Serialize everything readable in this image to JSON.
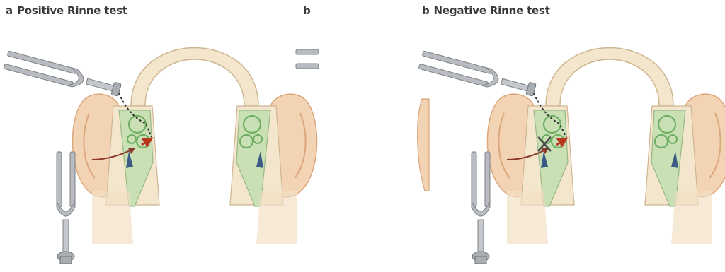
{
  "panels": [
    {
      "letter": "a",
      "title": "Positive Rinne test"
    },
    {
      "letter": "b",
      "title": ""
    },
    {
      "letter": "b",
      "title": "Negative Rinne test"
    }
  ],
  "colors": {
    "skin": "#f2d3b3",
    "skin_dark": "#dba67c",
    "skull": "#f3e6cc",
    "skull_edge": "#cdb690",
    "inner_ear": "#c9dfb4",
    "cochlea": "#6fae63",
    "nerve_arrow": "#b9361f",
    "air_arrow": "#8a3a2a",
    "fork": "#b8bcc0",
    "fork_dark": "#7d8286",
    "ossicle": "#3c5a86"
  },
  "icons": [
    "tuning-fork-icon",
    "ear-diagram-icon",
    "cross-icon"
  ]
}
